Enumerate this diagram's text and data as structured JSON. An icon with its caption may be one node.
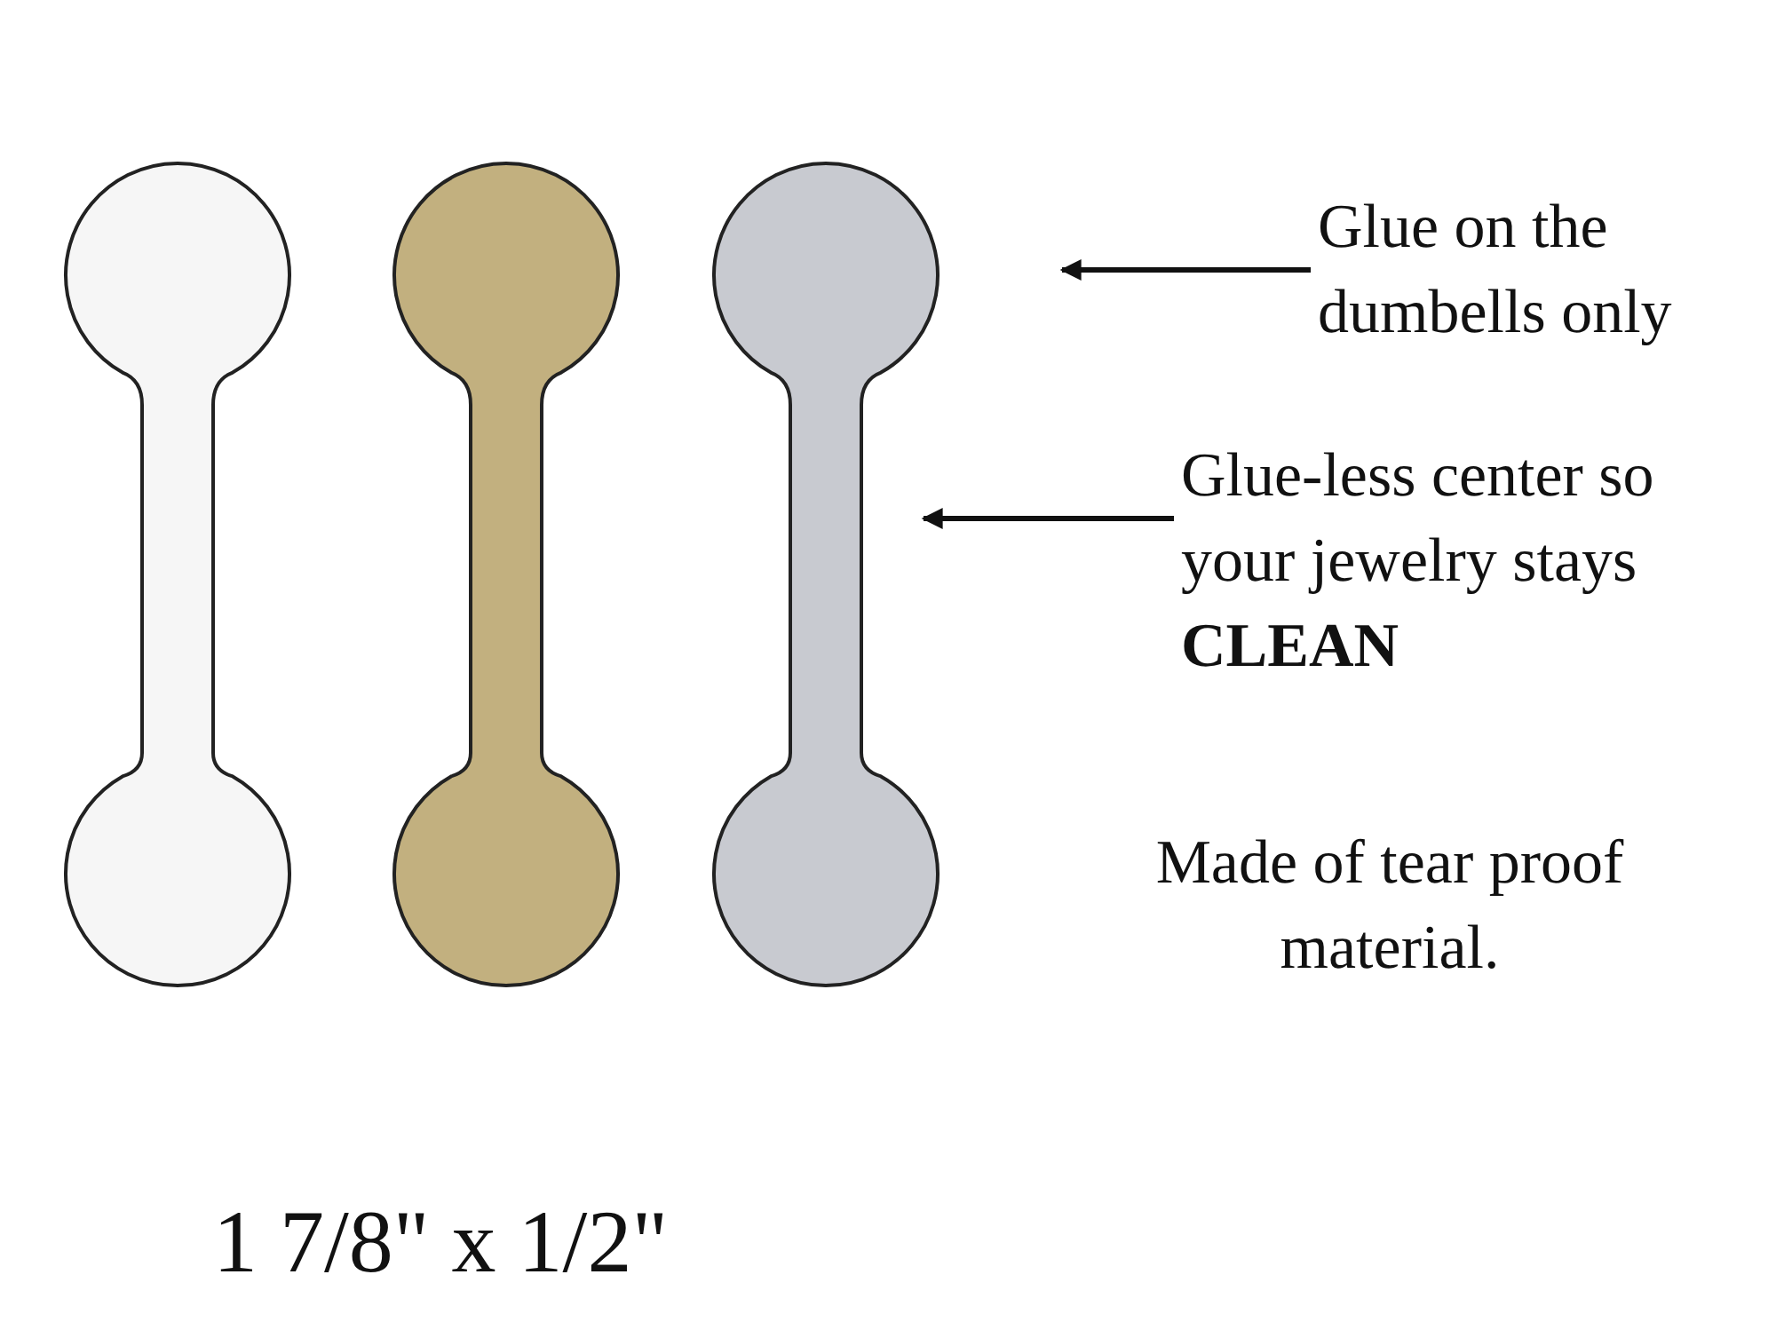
{
  "diagram": {
    "nodes": [
      {
        "text": [
          "Glue on the dumbells only"
        ]
      },
      {
        "text": [
          "Glue-less center so your jewelry stays **CLEAN**"
        ]
      }
    ],
    "edges": [
      {
        "from": 0,
        "to": null,
        "arrow": "to"
      },
      {
        "from": 1,
        "to": null,
        "arrow": "to"
      }
    ],
    "labels": [
      "Made of tear proof material.",
      "1 7/8\" x 1/2\""
    ]
  }
}
